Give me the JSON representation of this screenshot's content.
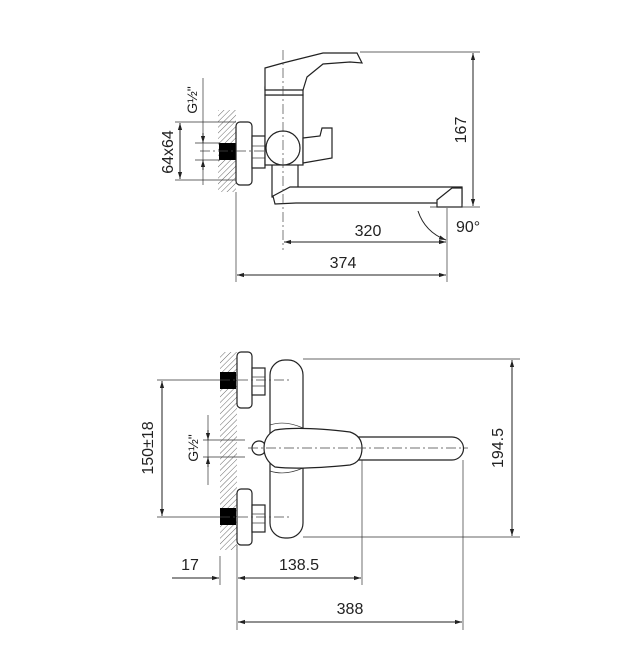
{
  "side_view": {
    "dim_height": "167",
    "dim_spout_reach": "320",
    "dim_total_length": "374",
    "dim_angle": "90°",
    "dim_flange": "64x64",
    "dim_thread": "G½\""
  },
  "front_view": {
    "dim_inlet_spacing": "150±18",
    "dim_thread": "G½\"",
    "dim_height": "194.5",
    "dim_wall_offset": "17",
    "dim_handle_reach": "138.5",
    "dim_total_length": "388"
  },
  "colors": {
    "line": "#222222",
    "fill": "#000000"
  }
}
